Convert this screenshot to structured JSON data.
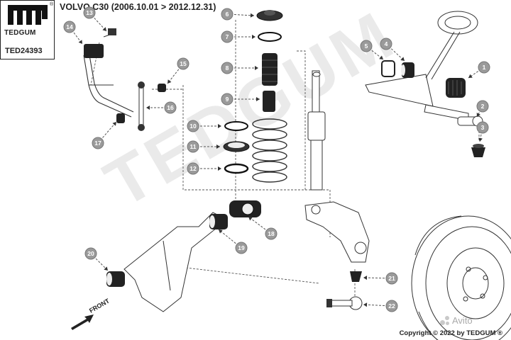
{
  "header": {
    "brand": "TEDGUM",
    "part_code": "TED24393",
    "title": "VOLVO C30 (2006.10.01 > 2012.12.31)",
    "registered_mark": "®"
  },
  "watermark": {
    "text": "TEDGUM"
  },
  "footer": {
    "copyright": "Copyright © 2022 by TEDGUM ®",
    "avito": "Avito"
  },
  "direction_label": "FRONT",
  "callouts": [
    "1",
    "2",
    "3",
    "4",
    "5",
    "6",
    "7",
    "8",
    "9",
    "10",
    "11",
    "12",
    "13",
    "14",
    "15",
    "16",
    "17",
    "18",
    "19",
    "20",
    "21",
    "22"
  ],
  "colors": {
    "callout_fill": "#9a9a9a",
    "line": "#333333",
    "part_dark": "#1a1a1a",
    "watermark": "#d9d9d9"
  }
}
